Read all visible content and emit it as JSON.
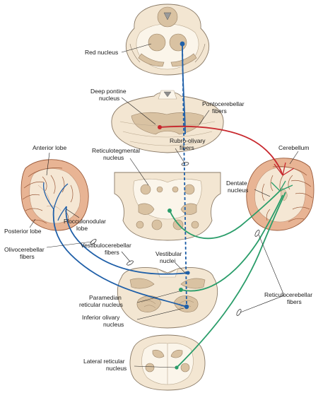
{
  "labels": {
    "red_nucleus": "Red nucleus",
    "deep_pontine": [
      "Deep pontine",
      "nucleus"
    ],
    "pontocerebellar": [
      "Pontocerebellar",
      "fibers"
    ],
    "reticulotegmental": [
      "Reticulotegmental",
      "nucleus"
    ],
    "rubro_olivary": [
      "Rubro-olivary",
      "fibers"
    ],
    "cerebellum": "Cerebellum",
    "dentate": [
      "Dentate",
      "nucleus"
    ],
    "anterior_lobe": "Anterior lobe",
    "posterior_lobe": "Posterior lobe",
    "flocculonodular": [
      "Flocculonodular",
      "lobe"
    ],
    "olivocerebellar": [
      "Olivocerebellar",
      "fibers"
    ],
    "vestibulocerebellar": [
      "Vestibulocerebellar",
      "fibers"
    ],
    "vestibular": [
      "Vestibular",
      "nuclei"
    ],
    "paramedian": [
      "Paramedian",
      "reticular nucleus"
    ],
    "inferior_olivary": [
      "Inferior olivary",
      "nucleus"
    ],
    "reticulocerebellar": [
      "Reticulocerebellar",
      "fibers"
    ],
    "lateral_reticular": [
      "Lateral reticular",
      "nucleus"
    ]
  },
  "colors": {
    "olivocerebellar": "#1f5fa8",
    "pontocerebellar": "#c8282e",
    "reticulocerebellar": "#2a9d6a",
    "tissue": "#f3e6d2",
    "nucleus": "#d9c2a2"
  }
}
